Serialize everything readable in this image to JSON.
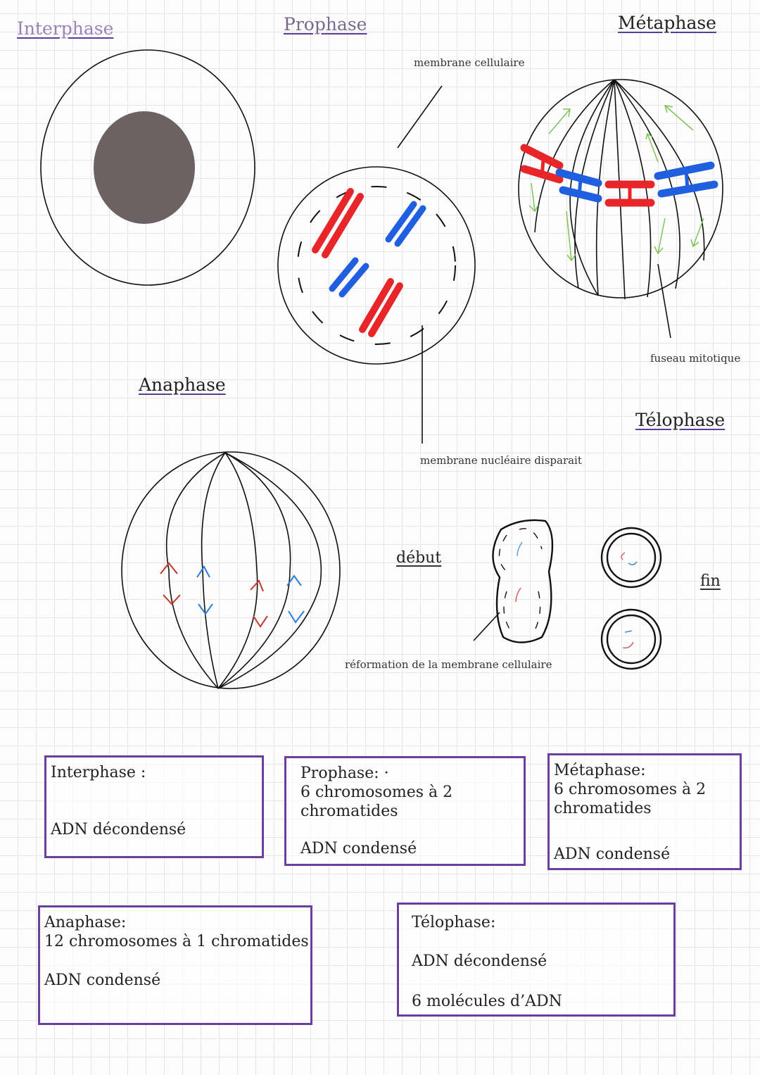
{
  "titles": {
    "interphase": "Interphase",
    "prophase": "Prophase",
    "metaphase": "Métaphase",
    "anaphase": "Anaphase",
    "telophase": "Télophase"
  },
  "labels": {
    "membrane_cellulaire": "membrane cellulaire",
    "membrane_nucleaire": "membrane nucléaire disparait",
    "fuseau": "fuseau mitotique",
    "debut": "début",
    "fin": "fin",
    "reformation": "réformation de la membrane cellulaire"
  },
  "boxes": {
    "interphase": {
      "title": "Interphase :",
      "line2": "ADN décondensé"
    },
    "prophase": {
      "title": "Prophase: ·",
      "line1": "6 chromosomes à 2",
      "line1b": "chromatides",
      "line2": "ADN condensé"
    },
    "metaphase": {
      "title": "Métaphase:",
      "line1": "6 chromosomes à 2",
      "line1b": "chromatides",
      "line2": "ADN condensé"
    },
    "anaphase": {
      "title": "Anaphase:",
      "line1": "12 chromosomes à 1  chromatides",
      "line2": "ADN condensé"
    },
    "telophase": {
      "title": "Télophase:",
      "line1": "ADN décondensé",
      "line2": "6 molécules d’ADN"
    }
  },
  "colors": {
    "red": "#e8262a",
    "blue": "#1f5fe0",
    "green": "#7fc45a",
    "purple": "#6b3fa0",
    "nucleus": "#6c6163"
  }
}
